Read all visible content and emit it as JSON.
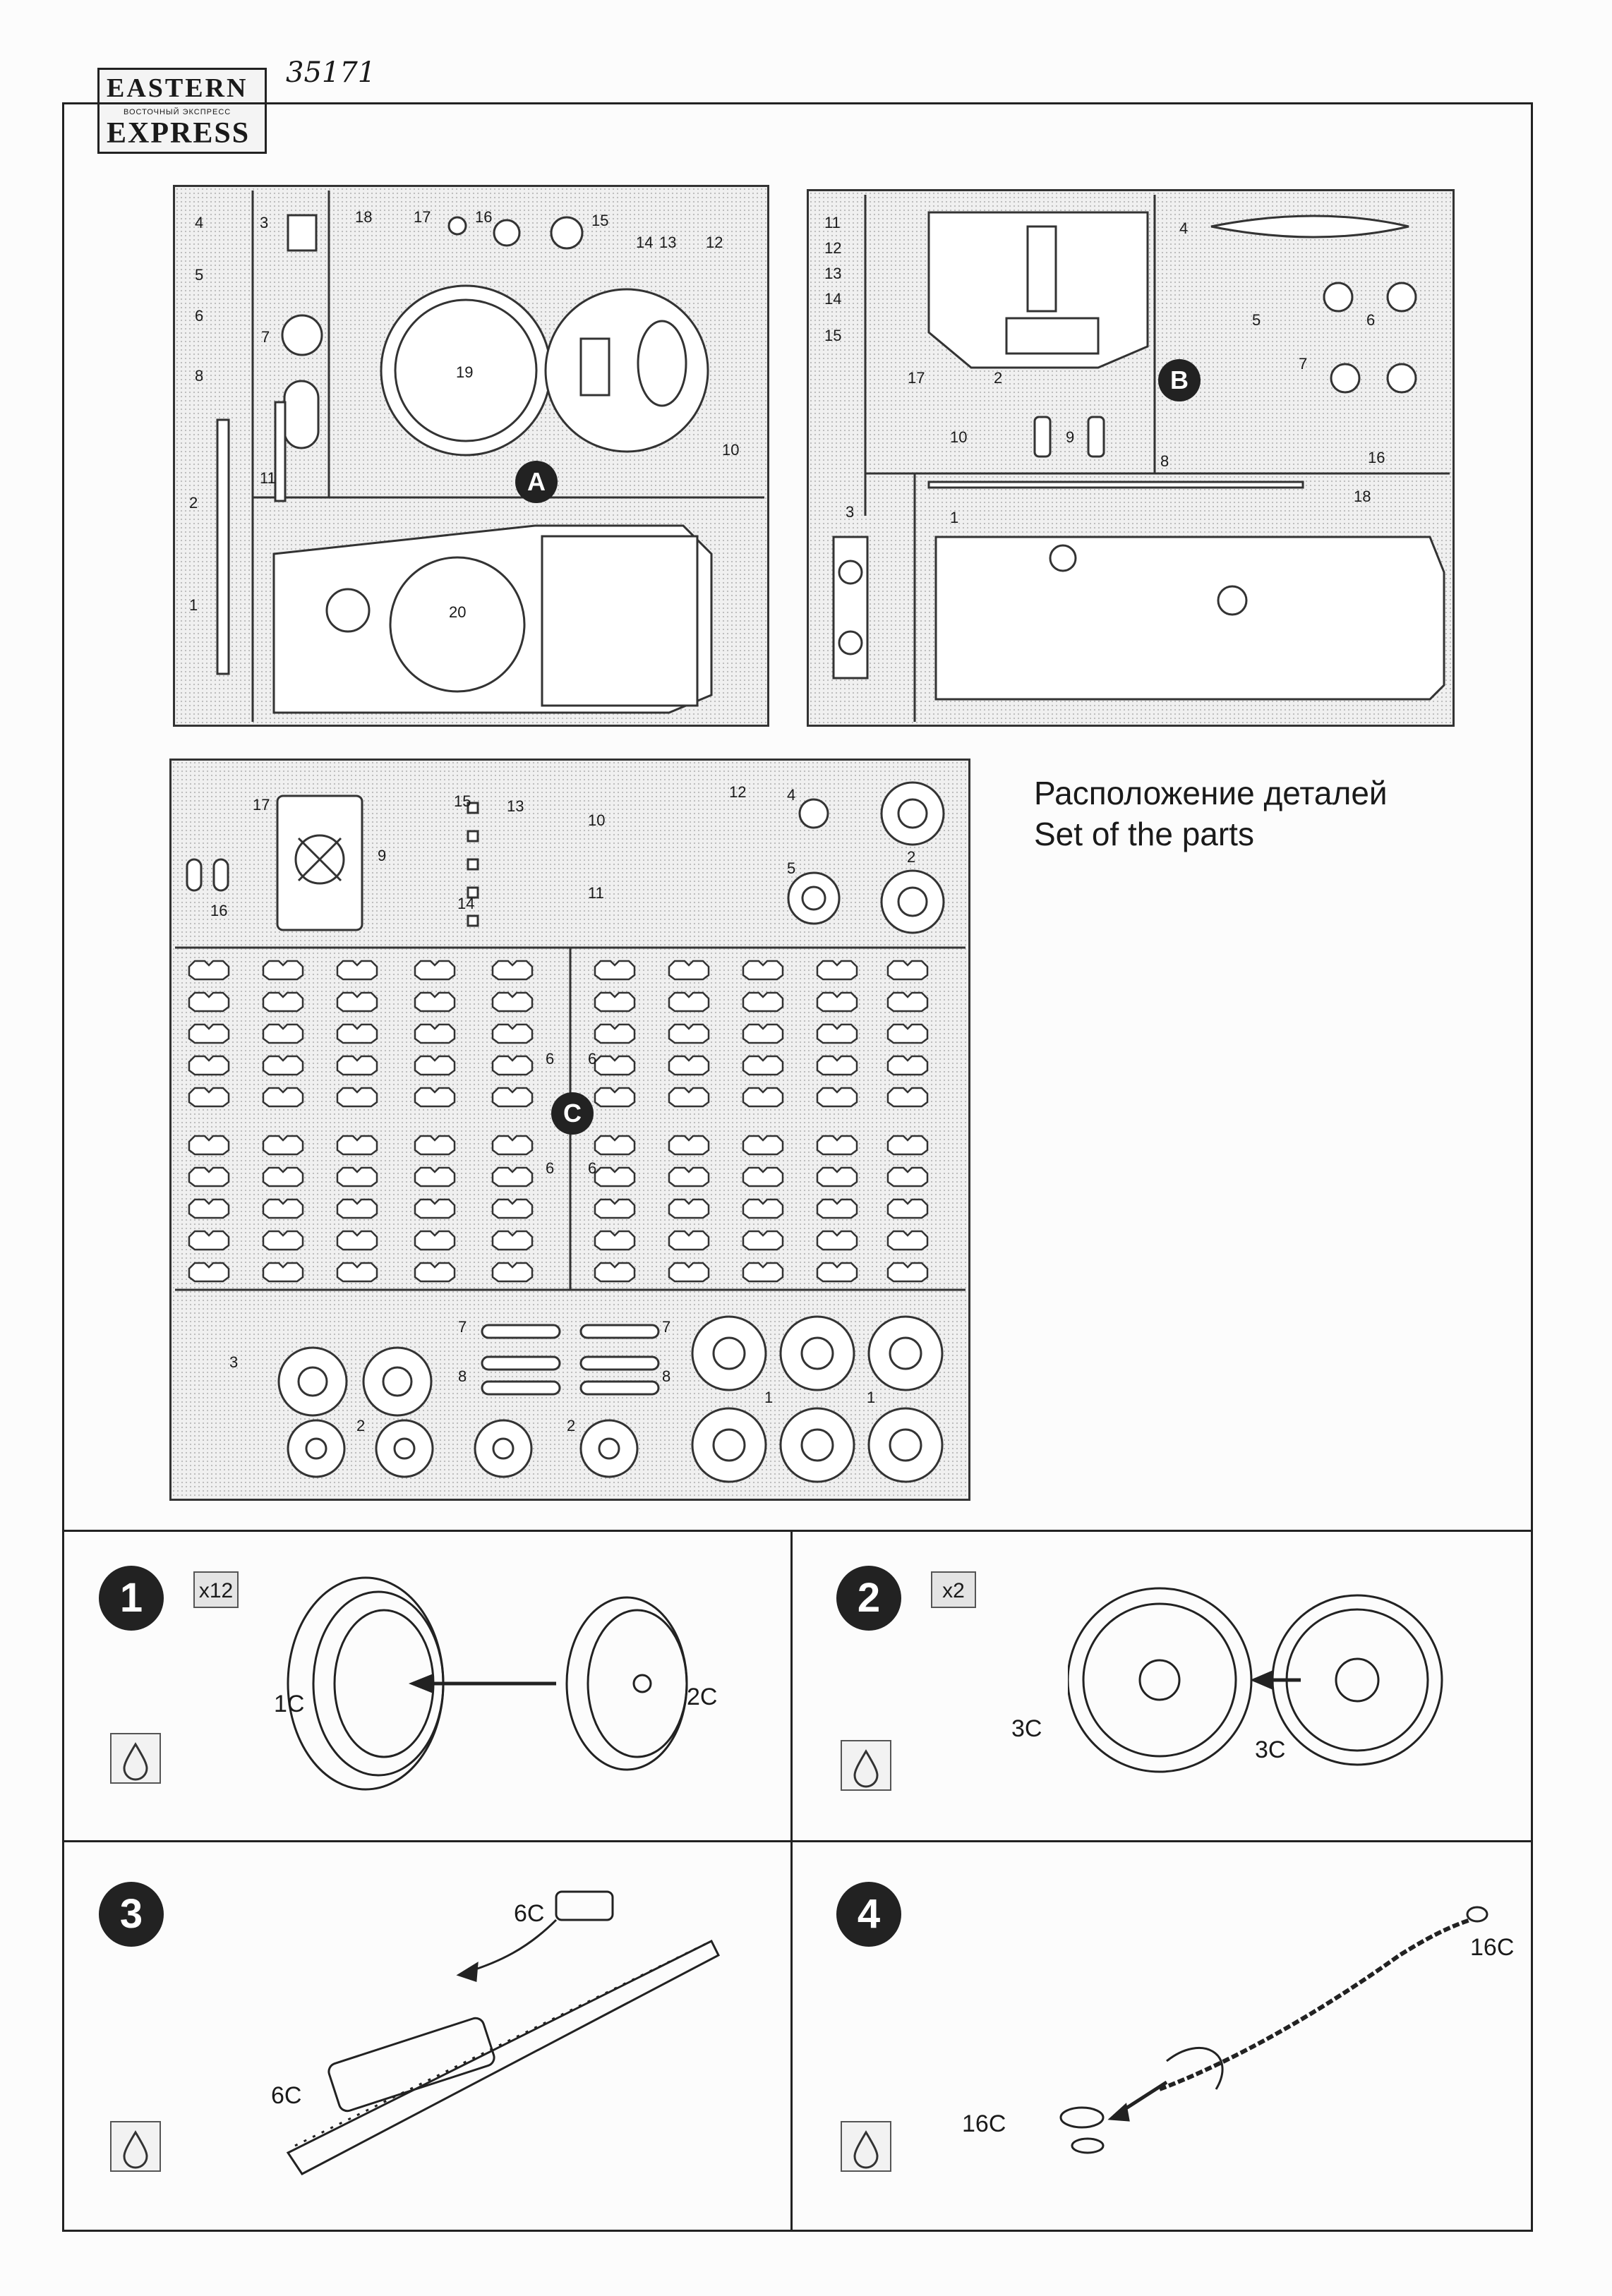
{
  "header": {
    "brand_line1": "EASTERN",
    "brand_line2": "ВОСТОЧНЫЙ ЭКСПРЕСС",
    "brand_line3": "EXPRESS",
    "catalog_number": "35171"
  },
  "sprues": {
    "a": {
      "badge": "A",
      "part_numbers": [
        "1",
        "2",
        "3",
        "4",
        "5",
        "6",
        "7",
        "8",
        "10",
        "11",
        "12",
        "13",
        "14",
        "15",
        "16",
        "17",
        "18",
        "19",
        "20"
      ]
    },
    "b": {
      "badge": "B",
      "part_numbers": [
        "1",
        "2",
        "3",
        "4",
        "5",
        "6",
        "7",
        "8",
        "9",
        "10",
        "11",
        "12",
        "13",
        "14",
        "15",
        "16",
        "17",
        "18"
      ]
    },
    "c": {
      "badge": "C",
      "part_numbers": [
        "1",
        "2",
        "3",
        "4",
        "5",
        "6",
        "7",
        "8",
        "9",
        "10",
        "11",
        "12",
        "13",
        "14",
        "15",
        "16",
        "17"
      ]
    }
  },
  "set_title": {
    "ru": "Расположение деталей",
    "en": "Set of the parts"
  },
  "steps": [
    {
      "number": "1",
      "qty": "x12",
      "parts": [
        "1C",
        "2C"
      ]
    },
    {
      "number": "2",
      "qty": "x2",
      "parts": [
        "3C",
        "3C"
      ]
    },
    {
      "number": "3",
      "parts": [
        "6C",
        "6C"
      ]
    },
    {
      "number": "4",
      "parts": [
        "16C",
        "16C"
      ]
    }
  ],
  "icons": [
    "glue-drop-icon",
    "arrow-icon"
  ]
}
